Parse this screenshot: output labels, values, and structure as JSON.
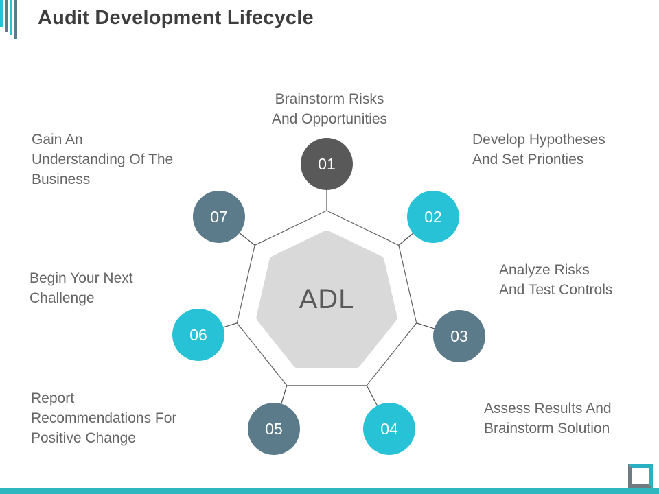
{
  "slide": {
    "title": "Audit Development Lifecycle",
    "center_label": "ADL",
    "steps": [
      {
        "number": "01",
        "label": "Brainstorm Risks\nAnd Opportunities",
        "color": "#595959"
      },
      {
        "number": "02",
        "label": "Develop Hypotheses\nAnd Set Prionties",
        "color": "#27c2d6"
      },
      {
        "number": "03",
        "label": "Analyze Risks\nAnd Test Controls",
        "color": "#5b7a8a"
      },
      {
        "number": "04",
        "label": "Assess Results And\nBrainstorm Solution",
        "color": "#27c2d6"
      },
      {
        "number": "05",
        "label": "Report\nRecommendations For\nPositive Change",
        "color": "#5b7a8a"
      },
      {
        "number": "06",
        "label": "Begin Your Next\nChallenge",
        "color": "#27c2d6"
      },
      {
        "number": "07",
        "label": "Gain An\nUnderstanding Of The\nBusiness",
        "color": "#5b7a8a"
      }
    ],
    "colors": {
      "cyan": "#27c2d6",
      "slate": "#5b7a8a",
      "dark": "#595959",
      "heptagon_fill": "#d9d9d9",
      "label_text": "#666666",
      "title_text": "#3e3e3e",
      "footer_bar": "#2fb7c0",
      "icon_teal": "#29b0c2",
      "icon_gray": "#6e7b83"
    },
    "icons": {
      "logo": "vertical-bars-logo",
      "corner": "square-frame-icon"
    }
  }
}
